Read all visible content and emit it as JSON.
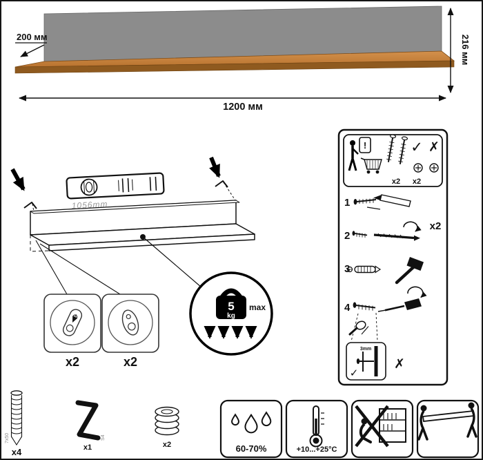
{
  "sheet": {
    "background": "#ffffff",
    "border_color": "#151515"
  },
  "colors": {
    "back_panel_gray": "#8c8c8c",
    "shelf_oak_top": "#c9863f",
    "shelf_oak_front": "#8f5a1f",
    "line_black": "#111111",
    "muted_gray": "#9a9a9a"
  },
  "product_view": {
    "depth_label": "200 мм",
    "width_label": "1200 мм",
    "height_label": "216 мм"
  },
  "installation": {
    "inner_width_label": "1056mm",
    "hanger_left_count": "x2",
    "hanger_right_count": "x2",
    "load_value": "5",
    "load_unit": "kg",
    "load_suffix": "max"
  },
  "icons": {
    "check": "✓",
    "cross": "✗"
  },
  "steps_panel": {
    "warning_mark": "!",
    "fastener_count_a": "x2",
    "fastener_count_b": "x2",
    "repeat_count": "x2",
    "steps": {
      "s1": "1",
      "s2": "2",
      "s3": "3",
      "s4": "4"
    },
    "gap_label": "3mm"
  },
  "hardware": {
    "screw_count": "x4",
    "screw_size": "7x50",
    "hex_key_count": "x1",
    "hex_key_size": "S4",
    "washer_count": "x2"
  },
  "conditions": {
    "humidity_range": "60-70%",
    "temperature_range": "+10...+25°C"
  }
}
